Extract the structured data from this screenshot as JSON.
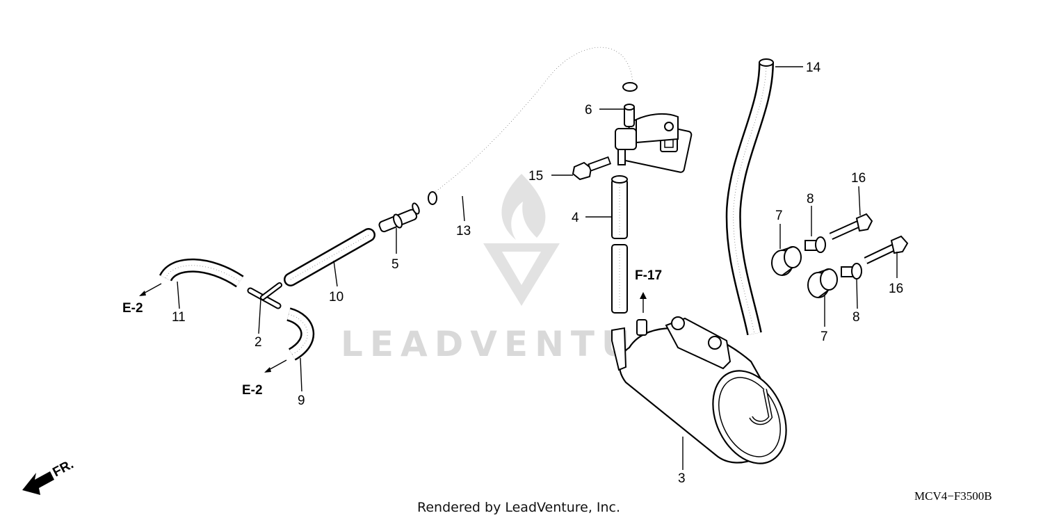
{
  "diagram": {
    "code": "MCV4−F3500B",
    "credit": "Rendered by LeadVenture, Inc.",
    "watermark": "LEADVENTURE",
    "direction_label": "FR.",
    "part_callouts": [
      {
        "id": "c2",
        "text": "2"
      },
      {
        "id": "c3",
        "text": "3"
      },
      {
        "id": "c4",
        "text": "4"
      },
      {
        "id": "c5",
        "text": "5"
      },
      {
        "id": "c6",
        "text": "6"
      },
      {
        "id": "c7a",
        "text": "7"
      },
      {
        "id": "c7b",
        "text": "7"
      },
      {
        "id": "c8a",
        "text": "8"
      },
      {
        "id": "c8b",
        "text": "8"
      },
      {
        "id": "c9",
        "text": "9"
      },
      {
        "id": "c10",
        "text": "10"
      },
      {
        "id": "c11",
        "text": "11"
      },
      {
        "id": "c13",
        "text": "13"
      },
      {
        "id": "c14",
        "text": "14"
      },
      {
        "id": "c15",
        "text": "15"
      },
      {
        "id": "c16a",
        "text": "16"
      },
      {
        "id": "c16b",
        "text": "16"
      }
    ],
    "refs": [
      {
        "id": "e2a",
        "text": "E-2"
      },
      {
        "id": "e2b",
        "text": "E-2"
      },
      {
        "id": "f17",
        "text": "F-17"
      }
    ]
  }
}
